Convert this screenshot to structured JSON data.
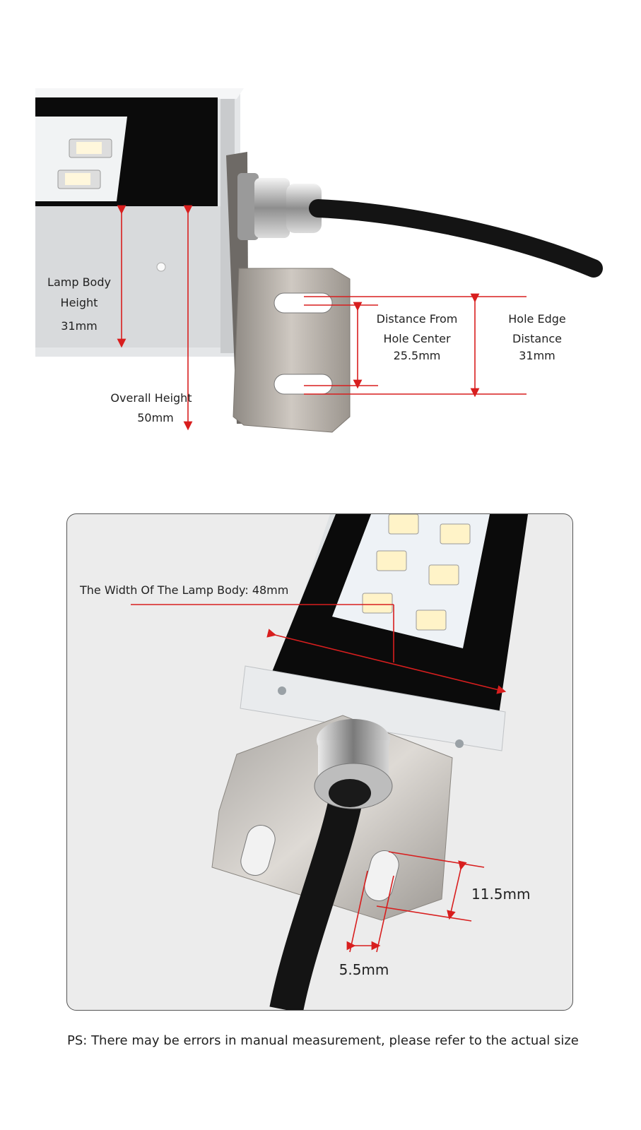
{
  "top_figure": {
    "lamp_body_height": {
      "line1": "Lamp Body",
      "line2": "Height",
      "value": "31mm"
    },
    "overall_height": {
      "label": "Overall Height",
      "value": "50mm"
    },
    "hole_center": {
      "line1": "Distance From",
      "line2": "Hole Center",
      "value": "25.5mm"
    },
    "hole_edge": {
      "line1": "Hole Edge",
      "line2": "Distance",
      "value": "31mm"
    }
  },
  "bottom_figure": {
    "width_label": "The Width Of The Lamp Body: 48mm",
    "slot_length": "11.5mm",
    "slot_width": "5.5mm"
  },
  "footnote": "PS: There may be errors in manual measurement, please refer to the actual size",
  "colors": {
    "dimension_line": "#d81e1e",
    "housing": "#e6e8ea",
    "bracket": "#b9b4ad",
    "cable": "#141414"
  }
}
